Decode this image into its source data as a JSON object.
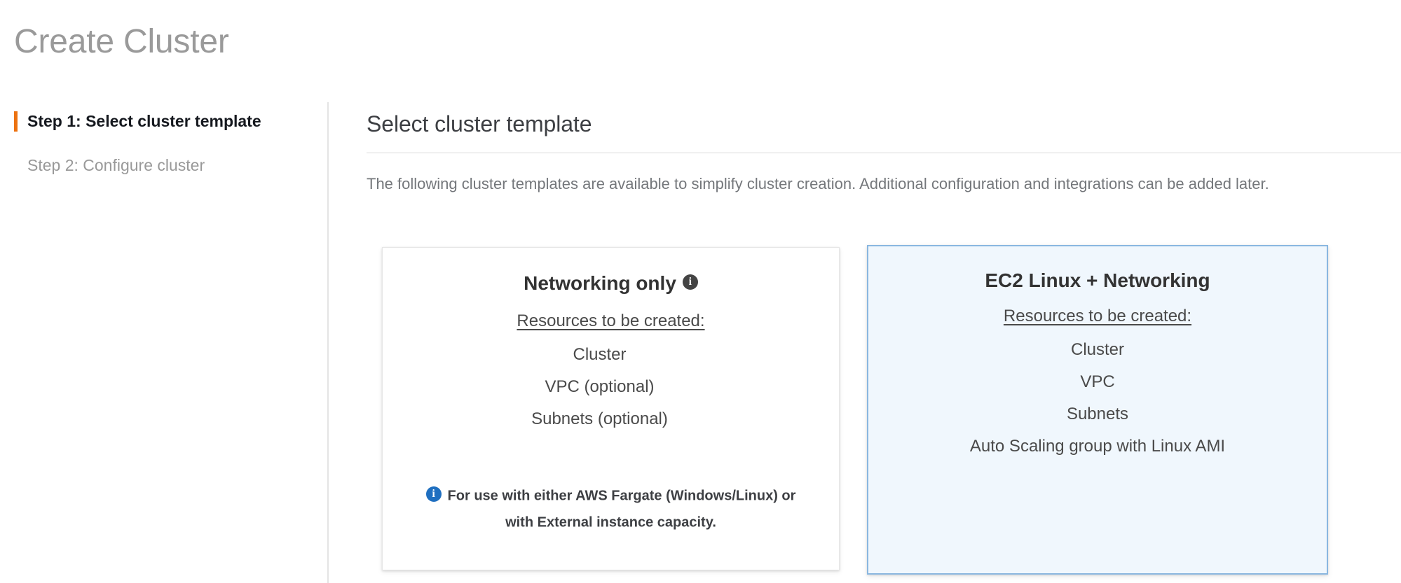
{
  "page": {
    "title": "Create Cluster"
  },
  "sidebar": {
    "steps": [
      {
        "label": "Step 1: Select cluster template",
        "state": "active"
      },
      {
        "label": "Step 2: Configure cluster",
        "state": "inactive"
      }
    ]
  },
  "main": {
    "section_title": "Select cluster template",
    "section_description": "The following cluster templates are available to simplify cluster creation. Additional configuration and integrations can be added later.",
    "resources_heading": "Resources to be created:",
    "cards": [
      {
        "id": "networking-only",
        "title": "Networking only",
        "has_info_icon": true,
        "info_icon_name": "info-icon",
        "selected": false,
        "resources": [
          "Cluster",
          "VPC (optional)",
          "Subnets (optional)"
        ],
        "note": "For use with either AWS Fargate (Windows/Linux) or with External instance capacity.",
        "note_icon_name": "info-icon-blue"
      },
      {
        "id": "ec2-linux-networking",
        "title": "EC2 Linux + Networking",
        "has_info_icon": false,
        "selected": true,
        "resources": [
          "Cluster",
          "VPC",
          "Subnets",
          "Auto Scaling group with Linux AMI"
        ],
        "note": ""
      }
    ]
  },
  "icons": {
    "info_glyph": "i"
  },
  "colors": {
    "accent_orange": "#ec7211",
    "selected_card_bg": "#f0f7fd",
    "selected_card_border": "#8ab7e0",
    "info_blue": "#1f6fc0",
    "title_gray": "#9a9a9a",
    "body_gray": "#74777b"
  }
}
